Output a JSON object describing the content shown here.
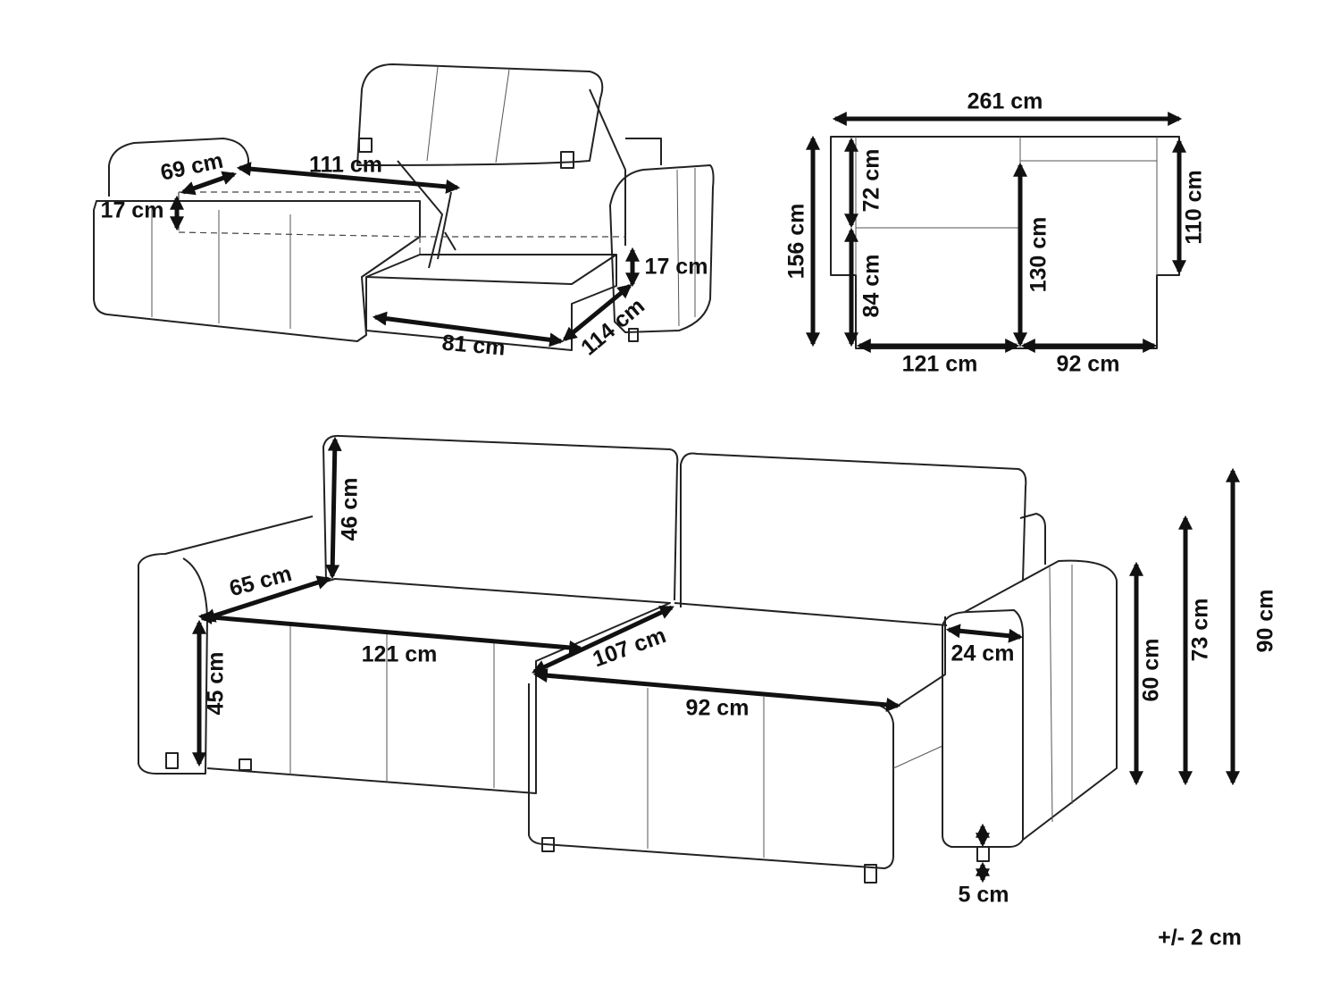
{
  "storage_view": {
    "armrest_depth": "69 cm",
    "storage_width_left": "111 cm",
    "storage_height_left": "17 cm",
    "storage_height_right": "17 cm",
    "storage_depth_right": "114 cm",
    "storage_width_right": "81 cm"
  },
  "top_view": {
    "total_width": "261 cm",
    "total_depth": "156 cm",
    "back_depth": "72 cm",
    "seat_depth_left": "84 cm",
    "chaise_depth": "130 cm",
    "armrest_depth": "110 cm",
    "left_width": "121 cm",
    "chaise_width": "92 cm"
  },
  "front_view": {
    "backrest_height": "46 cm",
    "seat_depth": "65 cm",
    "seat_width": "121 cm",
    "chaise_seat_depth": "107 cm",
    "chaise_seat_width": "92 cm",
    "armrest_width": "24 cm",
    "seat_height": "45 cm",
    "armrest_height": "60 cm",
    "back_height": "73 cm",
    "total_height": "90 cm",
    "leg_height": "5 cm"
  },
  "tolerance": "+/- 2 cm"
}
